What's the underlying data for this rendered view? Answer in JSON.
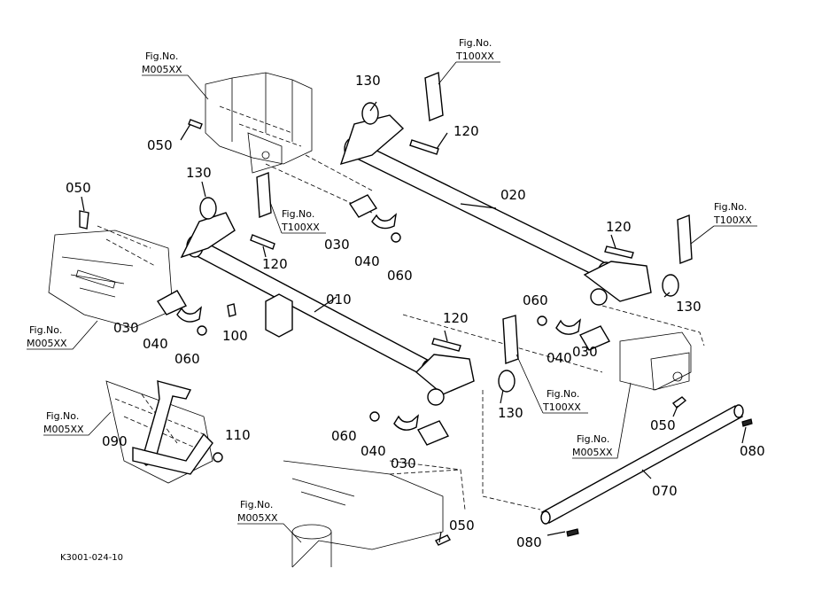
{
  "diagram_code": "K3001-024-10",
  "callouts": {
    "c010": "010",
    "c020": "020",
    "c030a": "030",
    "c030b": "030",
    "c030c": "030",
    "c030d": "030",
    "c040a": "040",
    "c040b": "040",
    "c040c": "040",
    "c040d": "040",
    "c050a": "050",
    "c050b": "050",
    "c050c": "050",
    "c050d": "050",
    "c060a": "060",
    "c060b": "060",
    "c060c": "060",
    "c060d": "060",
    "c070": "070",
    "c080a": "080",
    "c080b": "080",
    "c090": "090",
    "c100": "100",
    "c110": "110",
    "c120a": "120",
    "c120b": "120",
    "c120c": "120",
    "c120d": "120",
    "c130a": "130",
    "c130b": "130",
    "c130c": "130",
    "c130d": "130"
  },
  "fig_refs": {
    "f1_label": "Fig.No.",
    "f1_code": "M005XX",
    "f2_label": "Fig.No.",
    "f2_code": "T100XX",
    "f3_label": "Fig.No.",
    "f3_code": "T100XX",
    "f4_label": "Fig.No.",
    "f4_code": "T100XX",
    "f5_label": "Fig.No.",
    "f5_code": "M005XX",
    "f6_label": "Fig.No.",
    "f6_code": "T100XX",
    "f7_label": "Fig.No.",
    "f7_code": "M005XX",
    "f8_label": "Fig.No.",
    "f8_code": "M005XX",
    "f9_label": "Fig.No.",
    "f9_code": "M005XX"
  }
}
